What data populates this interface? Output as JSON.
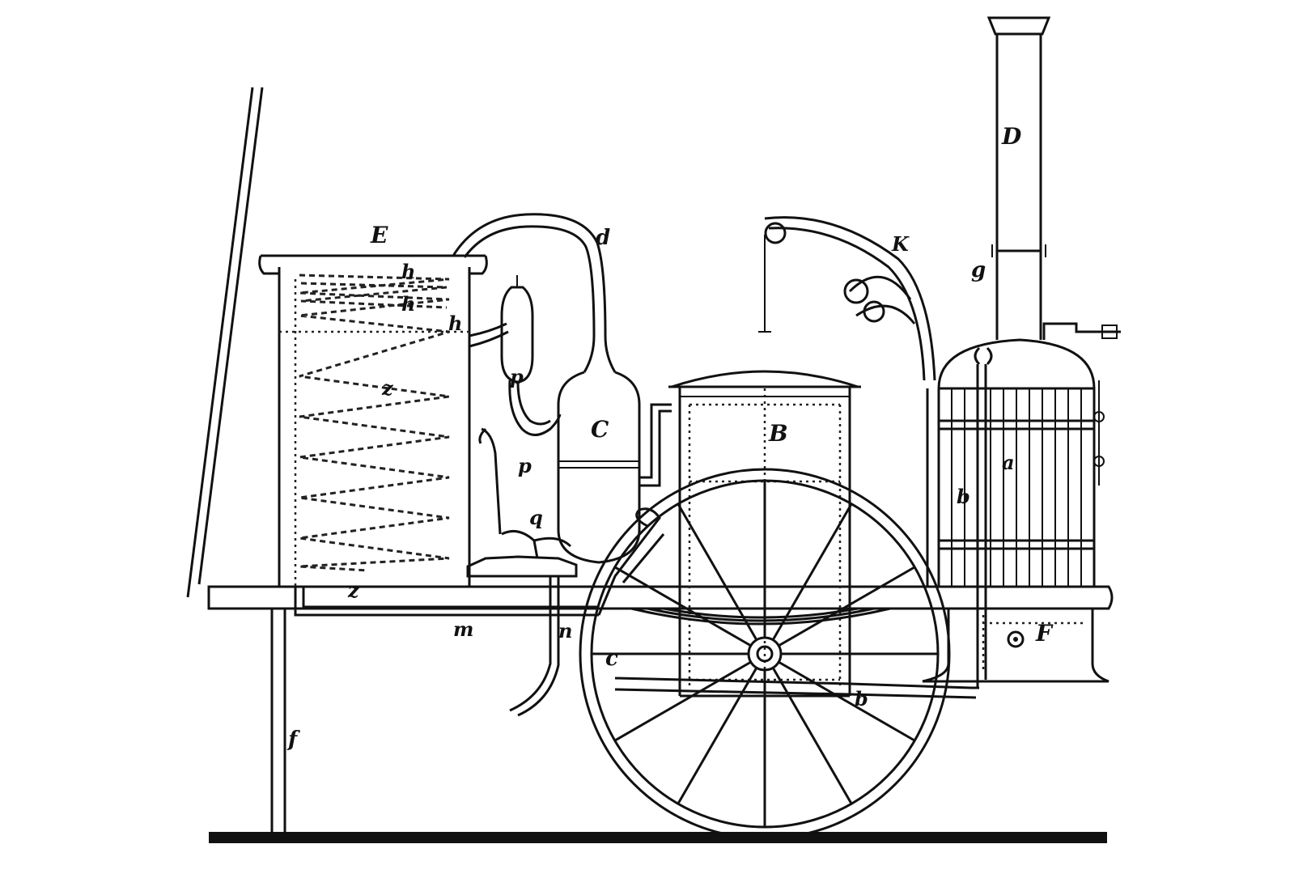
{
  "figure": {
    "labels": {
      "E": "E",
      "d": "d",
      "K": "K",
      "D": "D",
      "g": "g",
      "h1": "h",
      "h2": "h",
      "h3": "h",
      "z_upper": "z",
      "z_lower": "z",
      "p_upper": "p",
      "p_lower": "p",
      "q": "q",
      "C": "C",
      "B": "B",
      "a": "a",
      "b_boiler": "b",
      "m": "m",
      "n": "n",
      "c": "c",
      "F": "F",
      "b_lower": "b",
      "f": "f"
    }
  }
}
